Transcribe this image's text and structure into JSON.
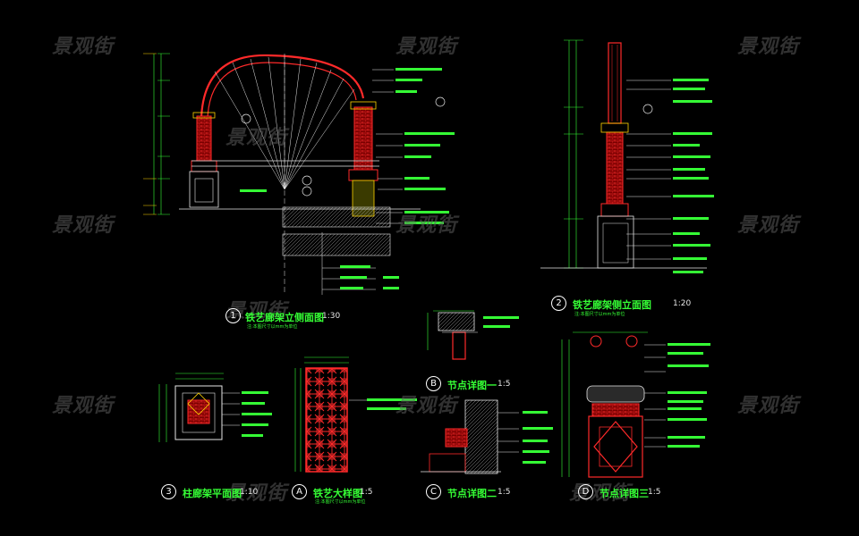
{
  "watermark": "景观街",
  "views": [
    {
      "mark": "1",
      "title": "铁艺廊架立侧面图",
      "scale": "1:30",
      "note": "注:本图尺寸以mm为单位"
    },
    {
      "mark": "2",
      "title": "铁艺廊架侧立面图",
      "scale": "1:20",
      "note": "注:本图尺寸以mm为单位"
    },
    {
      "mark": "3",
      "title": "柱廊架平面图",
      "scale": "1:10"
    },
    {
      "mark": "A",
      "title": "铁艺大样图",
      "scale": "1:5",
      "note": "注:本图尺寸以mm为单位"
    },
    {
      "mark": "B",
      "title": "节点详图一",
      "scale": "1:5"
    },
    {
      "mark": "C",
      "title": "节点详图二",
      "scale": "1:5"
    },
    {
      "mark": "D",
      "title": "节点详图三",
      "scale": "1:5"
    }
  ],
  "colors": {
    "background": "#000000",
    "line_red": "#ff2a2a",
    "line_green": "#35ff35",
    "line_white": "#e6e6e6",
    "line_yellow": "#ffd400",
    "watermark": "#5a5a5a"
  }
}
